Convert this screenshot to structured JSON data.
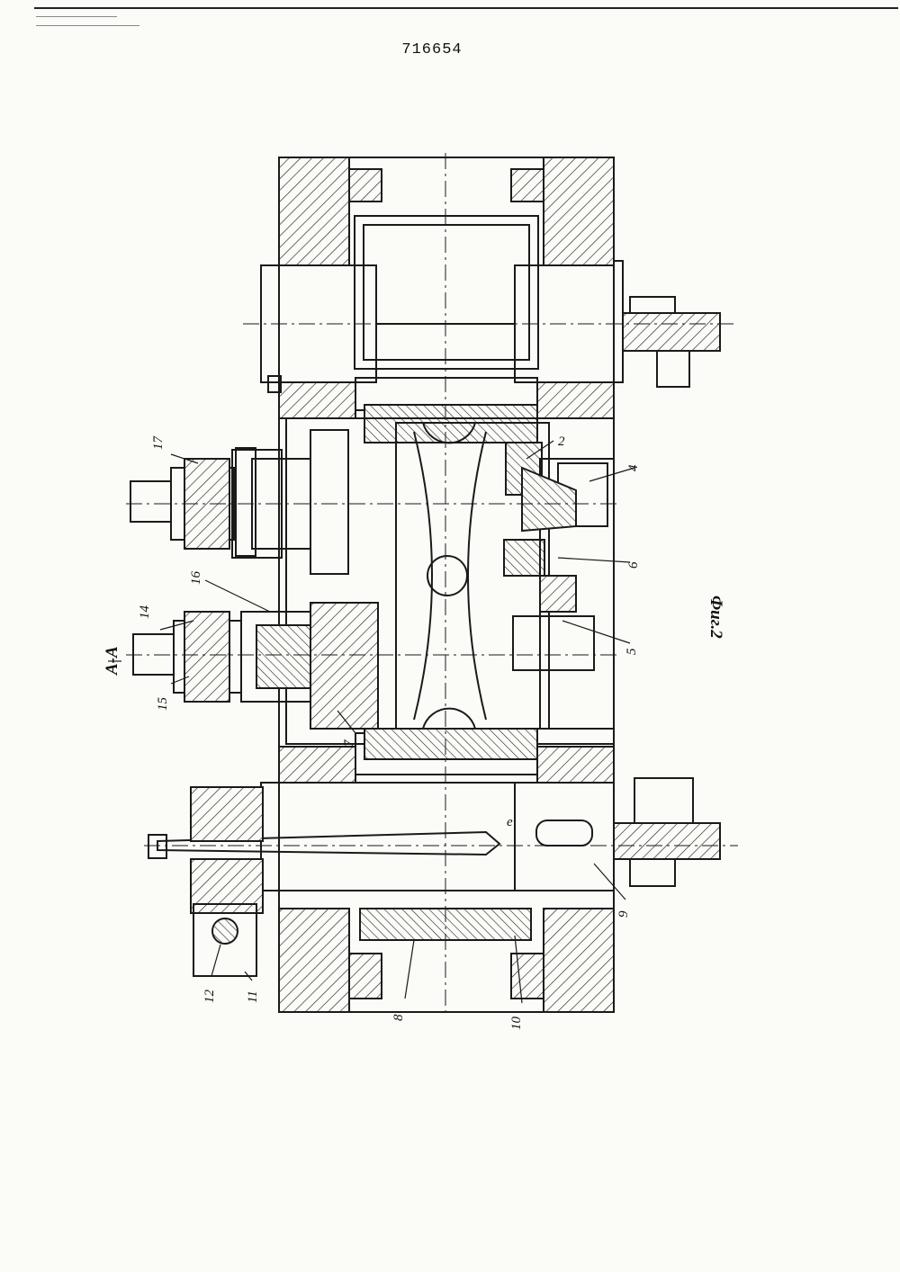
{
  "document": {
    "page_number": "716654",
    "figure_caption": "Фиг.2",
    "section_label": "А-А"
  },
  "labels": [
    {
      "id": "2",
      "text": "2"
    },
    {
      "id": "4",
      "text": "4"
    },
    {
      "id": "5",
      "text": "5"
    },
    {
      "id": "6",
      "text": "6"
    },
    {
      "id": "7",
      "text": "7"
    },
    {
      "id": "8",
      "text": "8"
    },
    {
      "id": "9",
      "text": "9"
    },
    {
      "id": "10",
      "text": "10"
    },
    {
      "id": "11",
      "text": "11"
    },
    {
      "id": "12",
      "text": "12"
    },
    {
      "id": "14",
      "text": "14"
    },
    {
      "id": "15",
      "text": "15"
    },
    {
      "id": "16",
      "text": "16"
    },
    {
      "id": "17",
      "text": "17"
    },
    {
      "id": "e",
      "text": "e"
    }
  ],
  "colors": {
    "ink": "#1a1a1a",
    "paper": "#fbfbf8"
  }
}
